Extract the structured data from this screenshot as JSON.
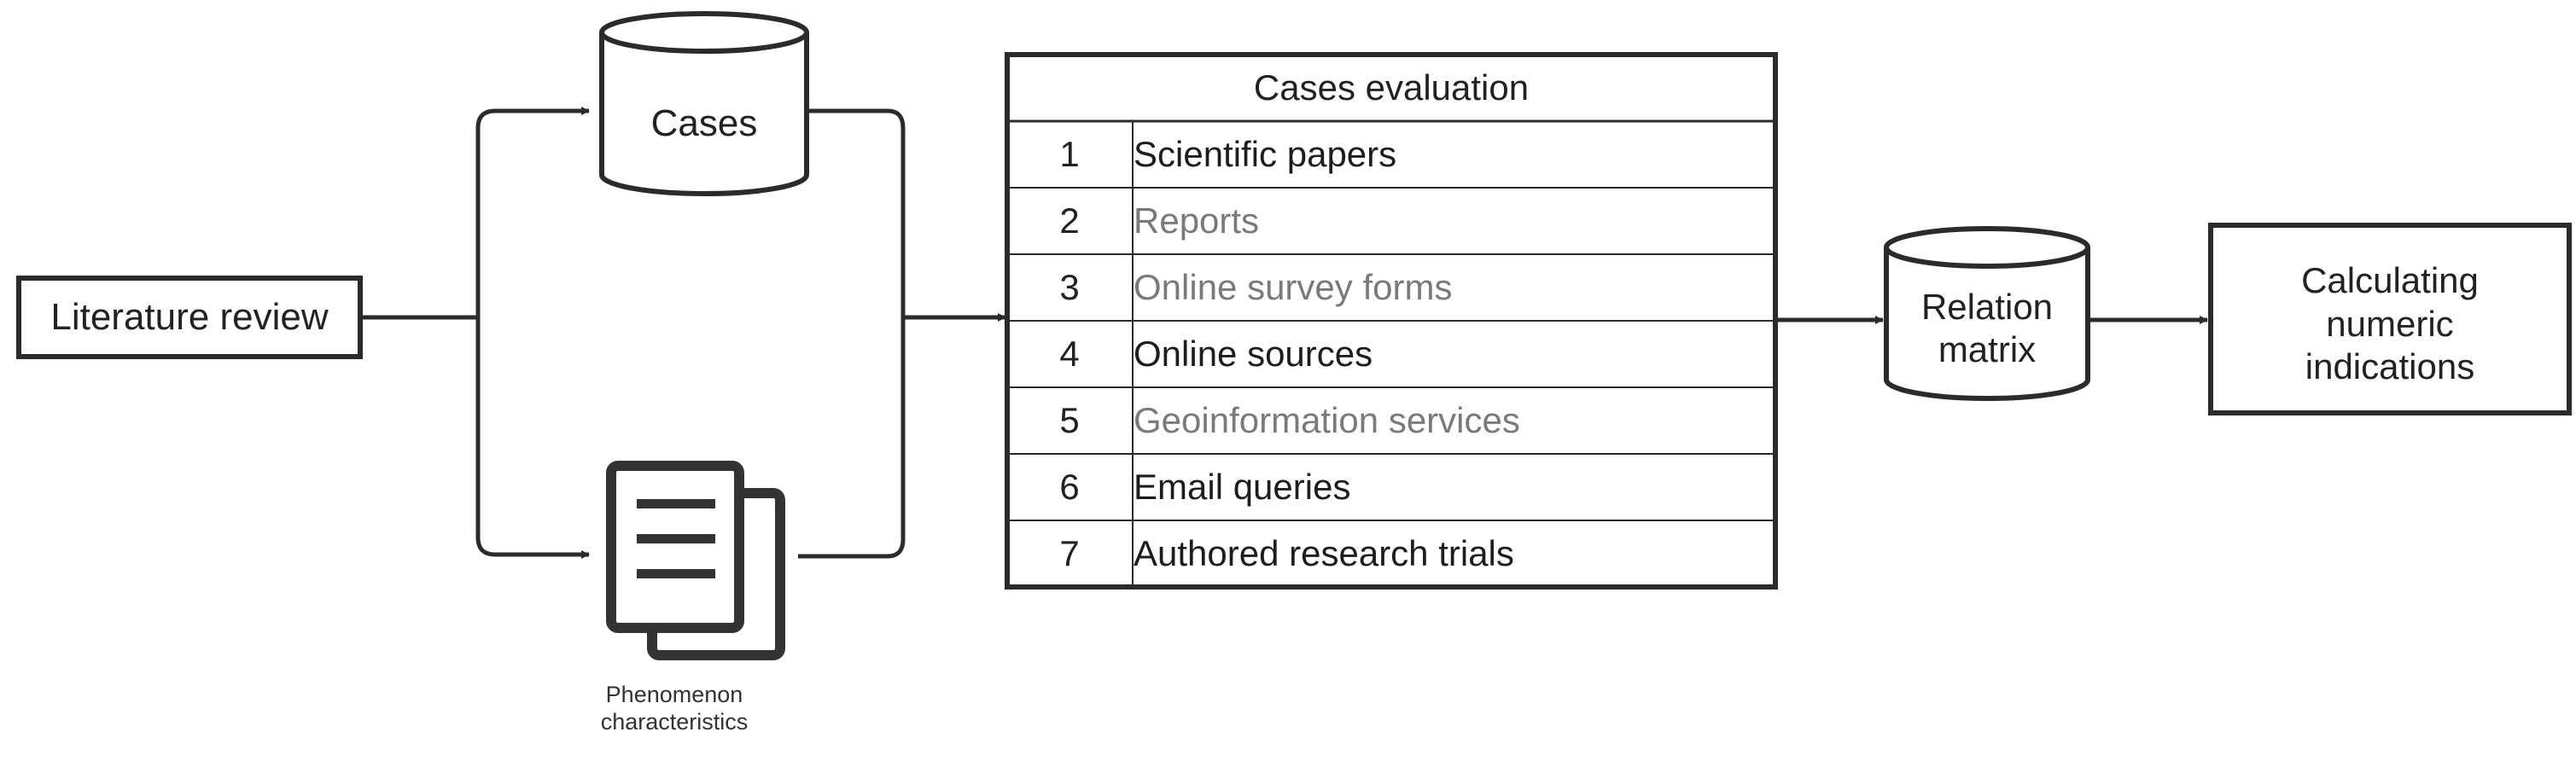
{
  "literature_review": "Literature review",
  "cases": "Cases",
  "phenomenon": [
    "Phenomenon",
    "characteristics"
  ],
  "table": {
    "title": "Cases evaluation",
    "rows": [
      {
        "num": "1",
        "text": "Scientific papers",
        "tone": "dark"
      },
      {
        "num": "2",
        "text": "Reports",
        "tone": "grey"
      },
      {
        "num": "3",
        "text": "Online survey forms",
        "tone": "grey"
      },
      {
        "num": "4",
        "text": "Online sources",
        "tone": "dark"
      },
      {
        "num": "5",
        "text": "Geoinformation services",
        "tone": "grey"
      },
      {
        "num": "6",
        "text": "Email queries",
        "tone": "dark"
      },
      {
        "num": "7",
        "text": "Authored research trials",
        "tone": "dark"
      }
    ]
  },
  "relation_matrix": [
    "Relation",
    "matrix"
  ],
  "calculating": [
    "Calculating",
    "numeric",
    "indications"
  ],
  "icons": {
    "cases": "database-icon",
    "phenomenon": "documents-icon",
    "relation": "database-icon"
  },
  "colors": {
    "stroke": "#2b2b2b",
    "dark_text": "#1d1d1d",
    "grey_text": "#7a7a7a"
  }
}
